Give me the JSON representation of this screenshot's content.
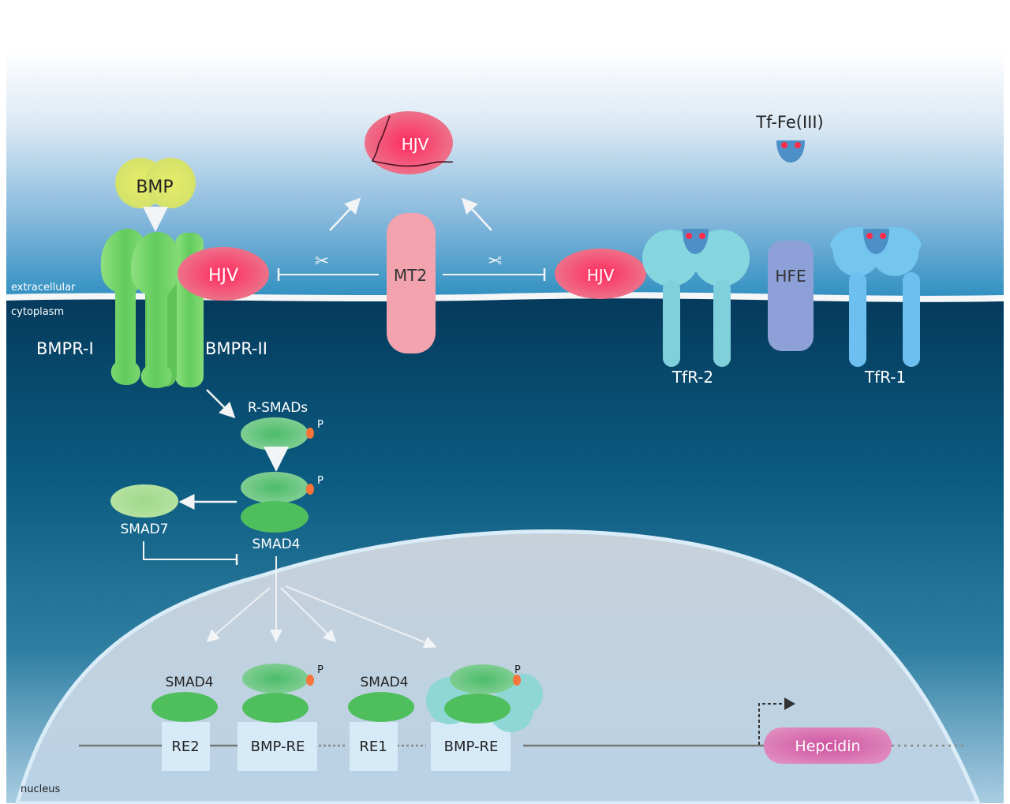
{
  "regions": {
    "extracellular": "extracellular",
    "cytoplasm": "cytoplasm",
    "nucleus": "nucleus"
  },
  "proteins": {
    "bmp": "BMP",
    "bmpr1": "BMPR-I",
    "bmpr2": "BMPR-II",
    "hjv_left": "HJV",
    "hjv_right": "HJV",
    "hjv_cleaved": "HJV",
    "mt2": "MT2",
    "tf_fe": "Tf-Fe(III)",
    "tfr2": "TfR-2",
    "hfe": "HFE",
    "tfr1": "TfR-1",
    "r_smads": "R-SMADs",
    "smad7": "SMAD7",
    "smad4_cyto": "SMAD4",
    "smad4_re2": "SMAD4",
    "smad4_re1": "SMAD4",
    "phospho": "P"
  },
  "dna_elements": [
    "RE2",
    "BMP-RE",
    "RE1",
    "BMP-RE"
  ],
  "gene": "Hepcidin",
  "colors": {
    "membrane": "#f4f6f8",
    "hjv": "#e84a6e",
    "mt2": "#f2a3ae",
    "bmp": "#dce86a",
    "receptor_green": "#6fd46a",
    "smad_green": "#5fc27a",
    "smad7": "#9ad888",
    "tfr2": "#7fd6df",
    "tfr1": "#6cc3ee",
    "hfe": "#8da1d8",
    "iron": "#ff2d4a",
    "phospho": "#f7743a",
    "hepcidin": "#d968a8",
    "re_box": "#d6eaf7"
  }
}
